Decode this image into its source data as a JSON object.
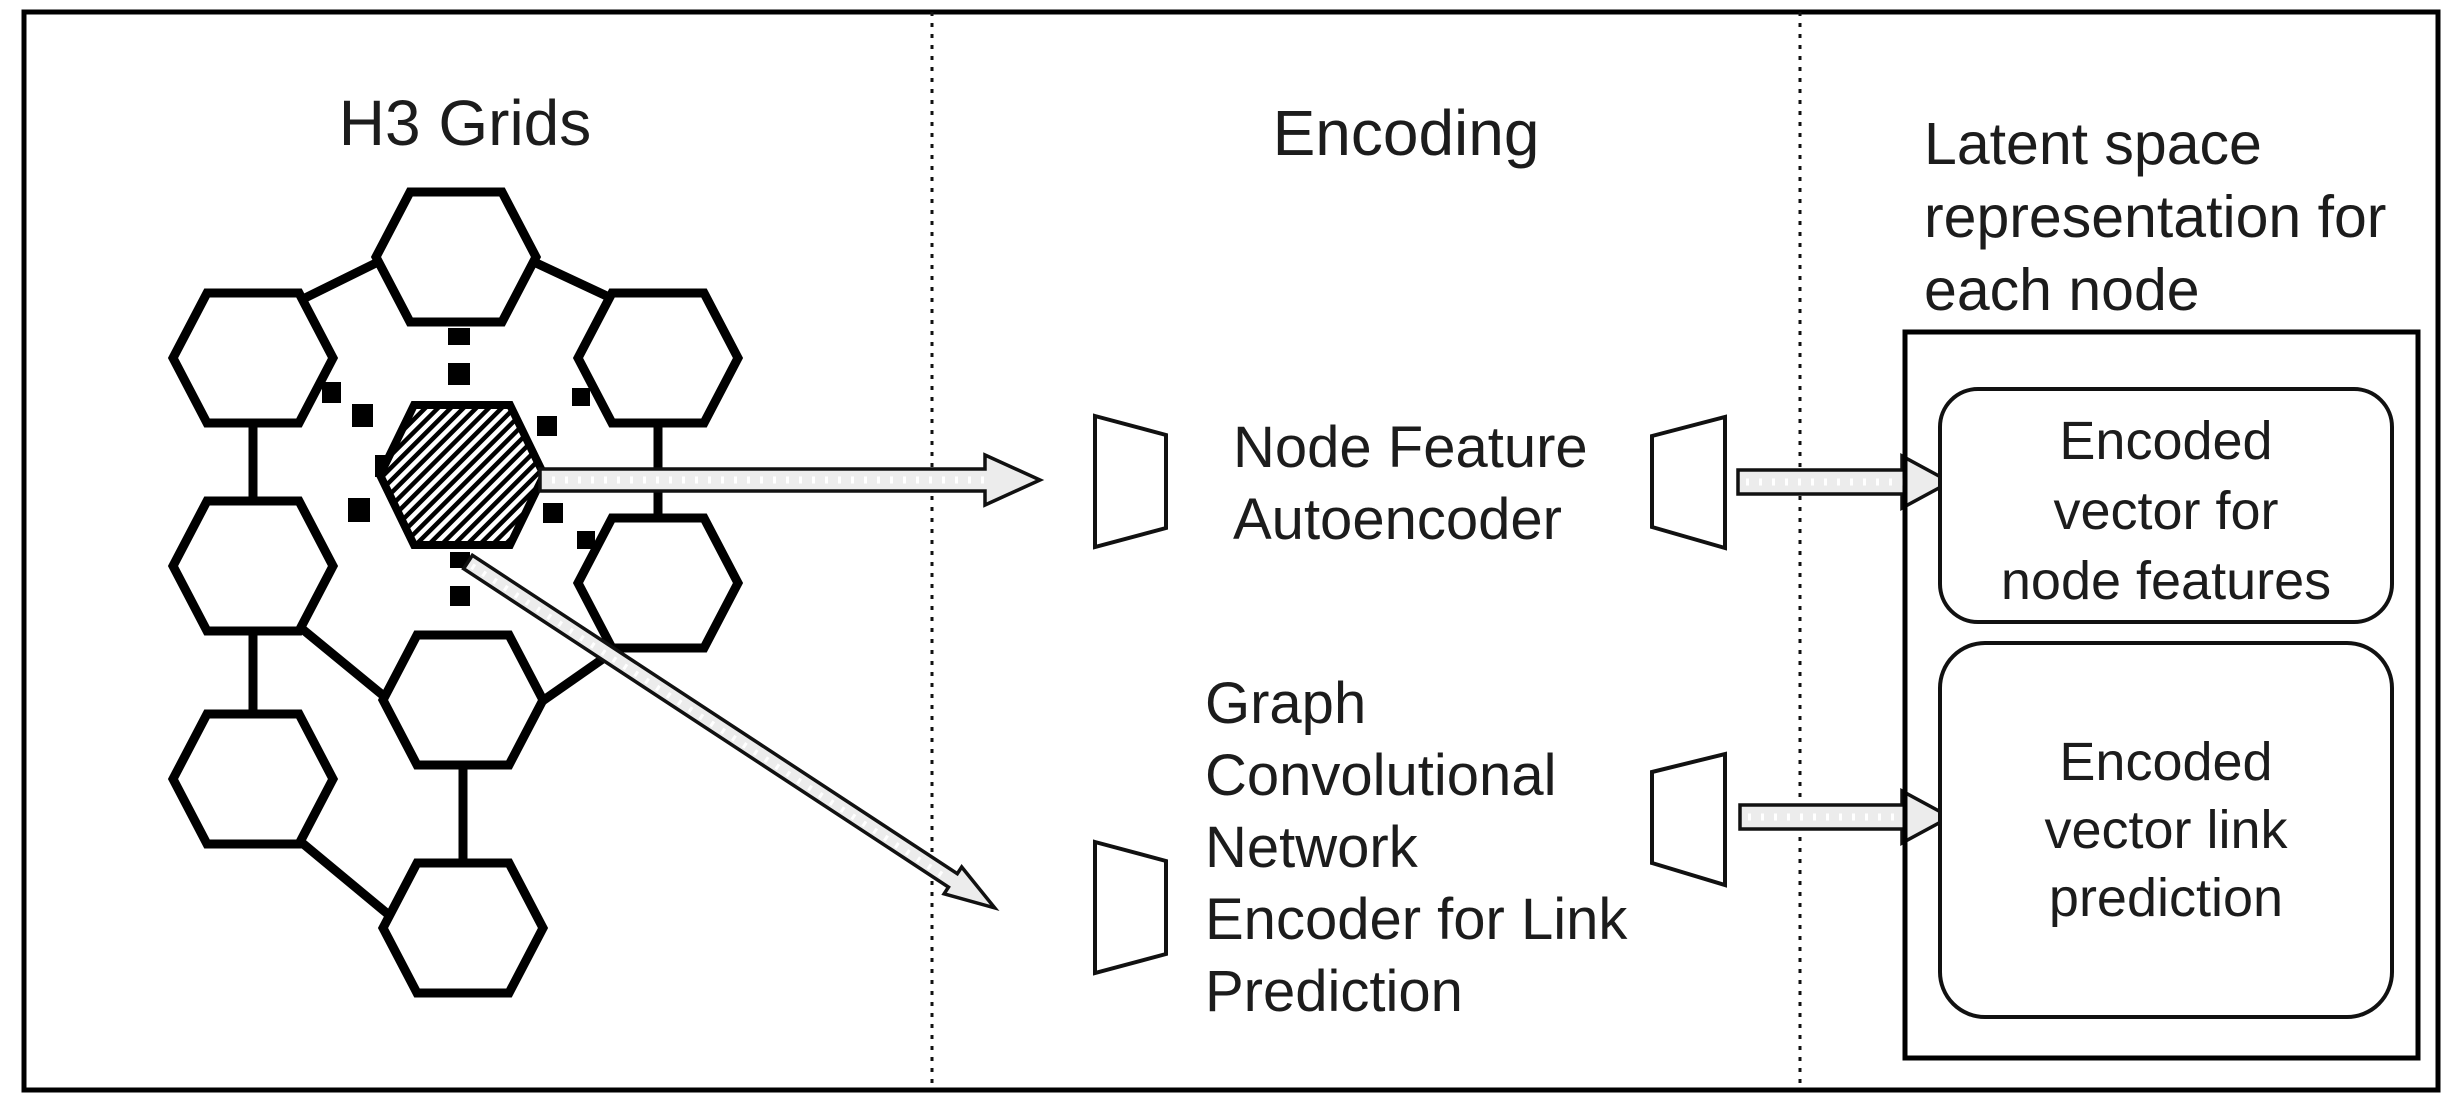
{
  "diagram": {
    "left": {
      "title": "H3 Grids"
    },
    "middle": {
      "title": "Encoding",
      "autoencoder_label": "Node Feature\nAutoencoder",
      "gcn_label": "Graph\nConvolutional\nNetwork\nEncoder for Link\nPrediction"
    },
    "right": {
      "title": "Latent space\nrepresentation for\neach node",
      "node_features_box": "Encoded\nvector for\nnode features",
      "link_prediction_box": "Encoded\nvector link\nprediction"
    },
    "colors": {
      "stroke": "#000000",
      "text": "#1c1c1c",
      "arrow_fill": "#ececec",
      "background": "#ffffff"
    }
  }
}
